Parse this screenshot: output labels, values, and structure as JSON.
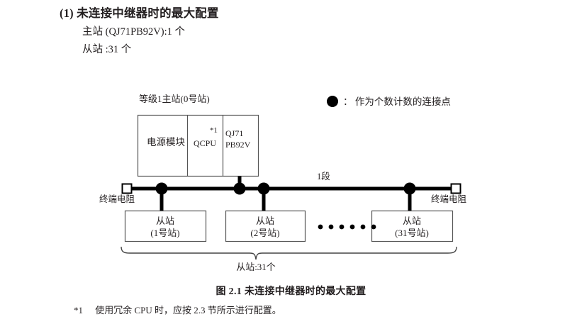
{
  "heading": {
    "number": "(1)",
    "title": "未连接中继器时的最大配置",
    "spec_master": "主站 (QJ71PB92V):1 个",
    "spec_slave": "从站 :31 个"
  },
  "diagram": {
    "master_title": "等级1主站(0号站)",
    "legend": "： 作为个数计数的连接点",
    "legend_marker": "filled-circle-icon",
    "modules": {
      "power": "电源模块",
      "cpu": "QCPU",
      "cpu_note": "*1",
      "network_line1": "QJ71",
      "network_line2": "PB92V"
    },
    "segment_label": "1段",
    "terminator_left": "终端电阻",
    "terminator_right": "终端电阻",
    "slaves": [
      {
        "name": "从站",
        "station": "(1号站)"
      },
      {
        "name": "从站",
        "station": "(2号站)"
      },
      {
        "name": "从站",
        "station": "(31号站)"
      }
    ],
    "ellipsis_dots": 6,
    "brace_label": "从站:31个"
  },
  "caption": "图 2.1  未连接中继器时的最大配置",
  "footnote": {
    "mark": "*1",
    "text": "使用冗余 CPU 时，应按 2.3 节所示进行配置。"
  },
  "colors": {
    "ink": "#231f20",
    "line": "#000000",
    "box_stroke": "#555555",
    "paper": "#ffffff"
  }
}
